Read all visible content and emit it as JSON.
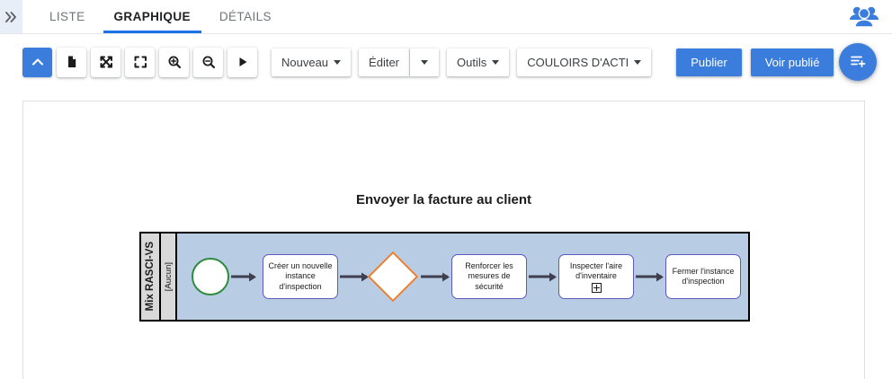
{
  "topbar": {
    "expand_icon": "double-chevron-right-icon",
    "tabs": [
      {
        "label": "LISTE",
        "active": false
      },
      {
        "label": "GRAPHIQUE",
        "active": true
      },
      {
        "label": "DÉTAILS",
        "active": false
      }
    ],
    "people_icon": "people-group-icon",
    "accent_color": "#1a73e8"
  },
  "toolbar": {
    "icon_buttons": [
      {
        "name": "collapse-toolbar-button",
        "icon": "chevron-up-icon",
        "active": true
      },
      {
        "name": "new-document-button",
        "icon": "document-icon",
        "active": false
      },
      {
        "name": "fit-scatter-button",
        "icon": "arrows-cross-icon",
        "active": false
      },
      {
        "name": "fullscreen-button",
        "icon": "fullscreen-icon",
        "active": false
      },
      {
        "name": "zoom-in-button",
        "icon": "magnifier-plus-icon",
        "active": false
      },
      {
        "name": "zoom-out-button",
        "icon": "magnifier-minus-icon",
        "active": false
      },
      {
        "name": "play-button",
        "icon": "play-triangle-icon",
        "active": false
      }
    ],
    "menus": {
      "nouveau": "Nouveau",
      "editer": "Éditer",
      "outils": "Outils",
      "couloirs": "COULOIRS D'ACTI"
    },
    "publish_label": "Publier",
    "view_published_label": "Voir publié",
    "fab_icon": "add-to-list-icon",
    "button_color": "#3b7ddd"
  },
  "diagram": {
    "title": "Envoyer la facture au client",
    "pool_label": "Mix RASCI-VS",
    "lane_label": "[Aucun]",
    "lane_background": "#b8cce4",
    "header_background": "#d9d9d9",
    "nodes": [
      {
        "type": "start-event",
        "label": "",
        "color": "#2e8b3d"
      },
      {
        "type": "task",
        "label": "Créer un nouvelle instance d'inspection",
        "color": "#5a5ac0"
      },
      {
        "type": "gateway",
        "label": "",
        "color": "#ED7D31"
      },
      {
        "type": "task",
        "label": "Renforcer les mesures de sécurité",
        "color": "#5a5ac0"
      },
      {
        "type": "subprocess",
        "label": "Inspecter l'aire d'inventaire",
        "color": "#5a5ac0",
        "marker": "plus-box-icon"
      },
      {
        "type": "task",
        "label": "Fermer l'instance d'inspection",
        "color": "#5a5ac0"
      }
    ]
  }
}
